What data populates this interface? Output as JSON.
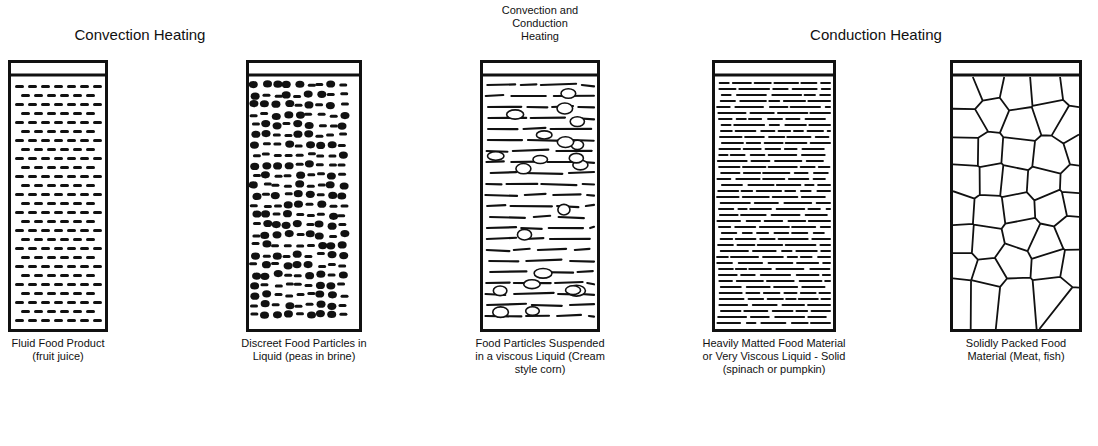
{
  "diagram": {
    "nodes": [
      {
        "text": [
          "Fluid Food Product (fruit juice)"
        ]
      },
      {
        "text": [
          "Discreet Food Particles in Liquid (peas in brine)"
        ]
      },
      {
        "text": [
          "Food Particles Suspended in a viscous Liquid (Cream style corn)"
        ]
      },
      {
        "text": [
          "Heavily Matted Food Material or Very Viscous Liquid - Solid (spinach or pumpkin)"
        ]
      },
      {
        "text": [
          "Solidly Packed Food Material (Meat, fish)"
        ]
      }
    ],
    "labels": [
      "Convection Heating",
      "Convection and Conduction Heating",
      "Conduction Heating"
    ]
  }
}
